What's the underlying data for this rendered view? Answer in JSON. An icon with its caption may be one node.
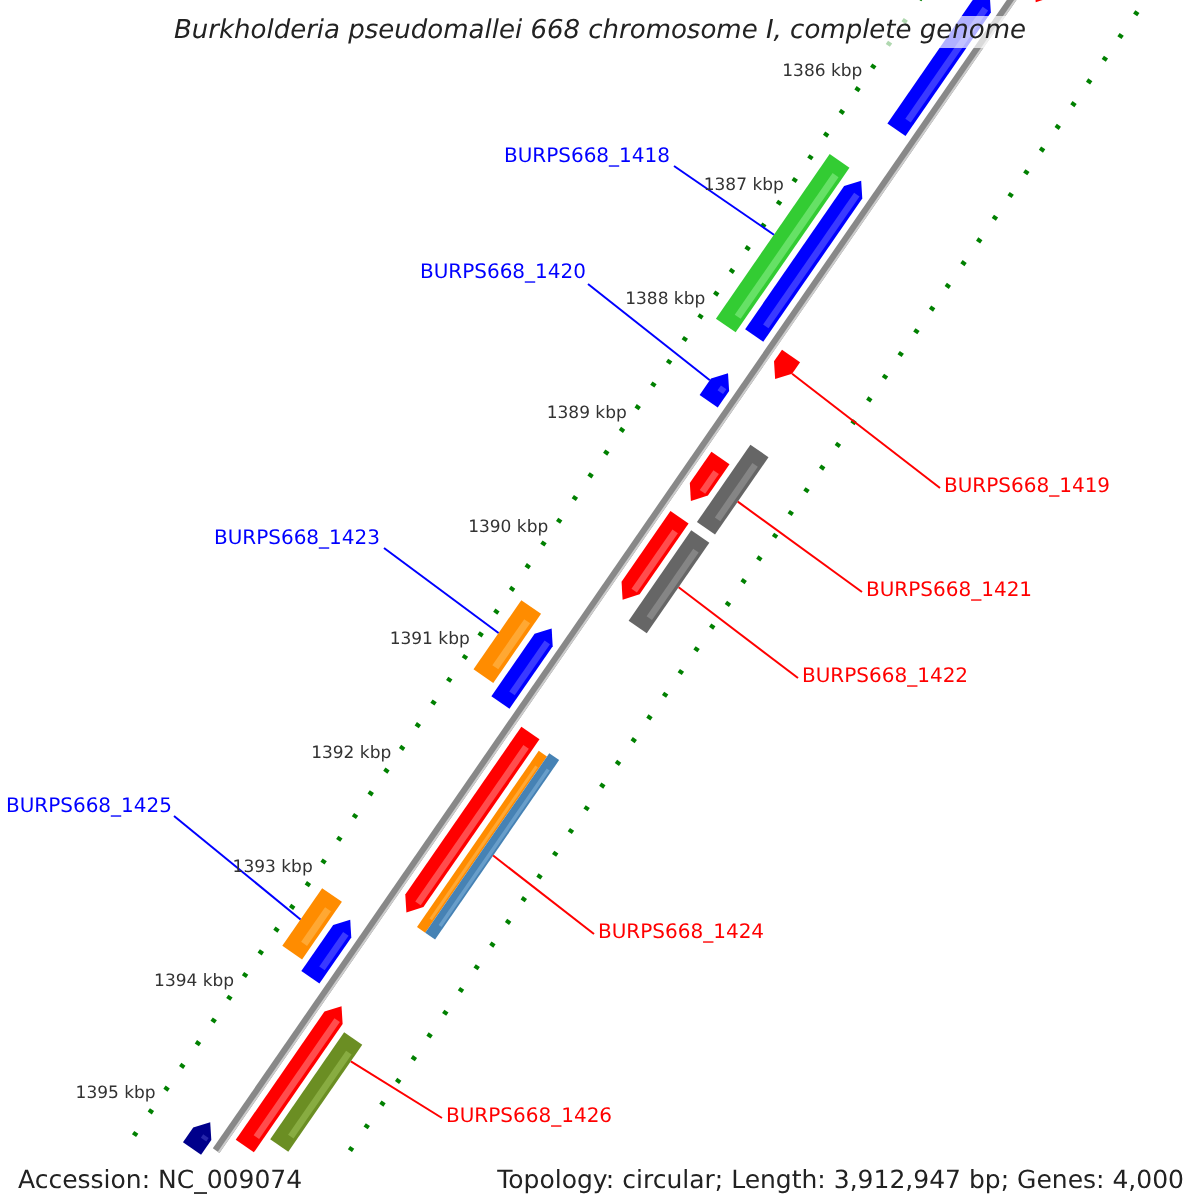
{
  "diagram": {
    "title": "Burkholderia pseudomallei 668 chromosome I, complete genome",
    "nodes": [
      {
        "text": [
          "BURPS668_1418"
        ]
      },
      {
        "text": [
          "BURPS668_1420"
        ]
      },
      {
        "text": [
          "BURPS668_1419"
        ]
      },
      {
        "text": [
          "BURPS668_1423"
        ]
      },
      {
        "text": [
          "BURPS668_1421"
        ]
      },
      {
        "text": [
          "BURPS668_1422"
        ]
      },
      {
        "text": [
          "BURPS668_1425"
        ]
      },
      {
        "text": [
          "BURPS668_1424"
        ]
      },
      {
        "text": [
          "BURPS668_1426"
        ]
      },
      {
        "text": [],
        "shape": "bar"
      },
      {
        "text": [],
        "shape": "bar"
      },
      {
        "text": [],
        "shape": "bar"
      },
      {
        "text": [],
        "shape": "bar"
      },
      {
        "text": [],
        "shape": "bar"
      },
      {
        "text": [],
        "shape": "bar"
      },
      {
        "text": [],
        "shape": "bar"
      },
      {
        "text": [],
        "shape": "bar"
      },
      {
        "text": [],
        "shape": "bar"
      },
      {
        "text": [],
        "shape": "bar"
      },
      {
        "text": [],
        "shape": "bar"
      },
      {
        "text": [],
        "shape": "bar"
      },
      {
        "text": [],
        "shape": "bar"
      },
      {
        "text": [],
        "shape": "bar"
      },
      {
        "text": [],
        "shape": "bar"
      },
      {
        "text": [],
        "shape": "bar"
      },
      {
        "text": [],
        "shape": "bar"
      },
      {
        "text": [],
        "shape": "bar"
      },
      {
        "text": [],
        "shape": "bar"
      },
      {
        "text": [],
        "shape": "bar"
      }
    ],
    "edges": [
      {
        "from": 0,
        "to": 11,
        "arrow": "none",
        "color": "#0000ff"
      },
      {
        "from": 1,
        "to": 13,
        "arrow": "none",
        "color": "#0000ff"
      },
      {
        "from": 2,
        "to": 14,
        "arrow": "none",
        "color": "#ff0000"
      },
      {
        "from": 3,
        "to": 19,
        "arrow": "none",
        "color": "#0000ff"
      },
      {
        "from": 4,
        "to": 16,
        "arrow": "none",
        "color": "#ff0000"
      },
      {
        "from": 5,
        "to": 18,
        "arrow": "none",
        "color": "#ff0000"
      },
      {
        "from": 6,
        "to": 24,
        "arrow": "none",
        "color": "#0000ff"
      },
      {
        "from": 7,
        "to": 23,
        "arrow": "none",
        "color": "#ff0000"
      },
      {
        "from": 8,
        "to": 27,
        "arrow": "none",
        "color": "#ff0000"
      }
    ],
    "labels": [
      "1386 kbp",
      "1387 kbp",
      "1388 kbp",
      "1389 kbp",
      "1390 kbp",
      "1391 kbp",
      "1392 kbp",
      "1393 kbp",
      "1394 kbp",
      "1395 kbp",
      "Accession: NC_009074",
      "Topology: circular; Length: 3,912,947 bp; Genes: 4,000"
    ]
  }
}
